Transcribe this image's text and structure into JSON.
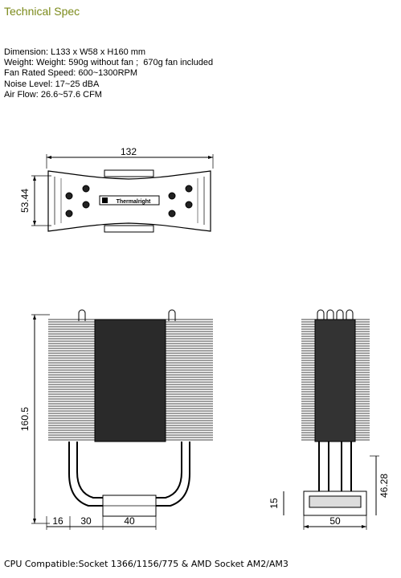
{
  "header": {
    "title": "Technical Spec"
  },
  "specs": [
    "Dimension: L133 x W58 x H160 mm",
    "Weight: Weight: 590g without fan ;  670g fan included",
    "Fan Rated Speed: 600~1300RPM",
    "Noise Level: 17~25 dBA",
    "Air Flow: 26.6~57.6 CFM"
  ],
  "drawing": {
    "top_view": {
      "width_dim": "132",
      "height_dim": "53.44",
      "logo": "Thermalright"
    },
    "front_view": {
      "height_dim": "160.5",
      "bottom_dims": [
        "16",
        "30",
        "40"
      ]
    },
    "side_view": {
      "width_dim": "50",
      "base_dim": "15",
      "height_dim": "46.28"
    }
  },
  "footer": {
    "compat": "CPU Compatible:Socket 1366/1156/775 & AMD Socket AM2/AM3"
  }
}
